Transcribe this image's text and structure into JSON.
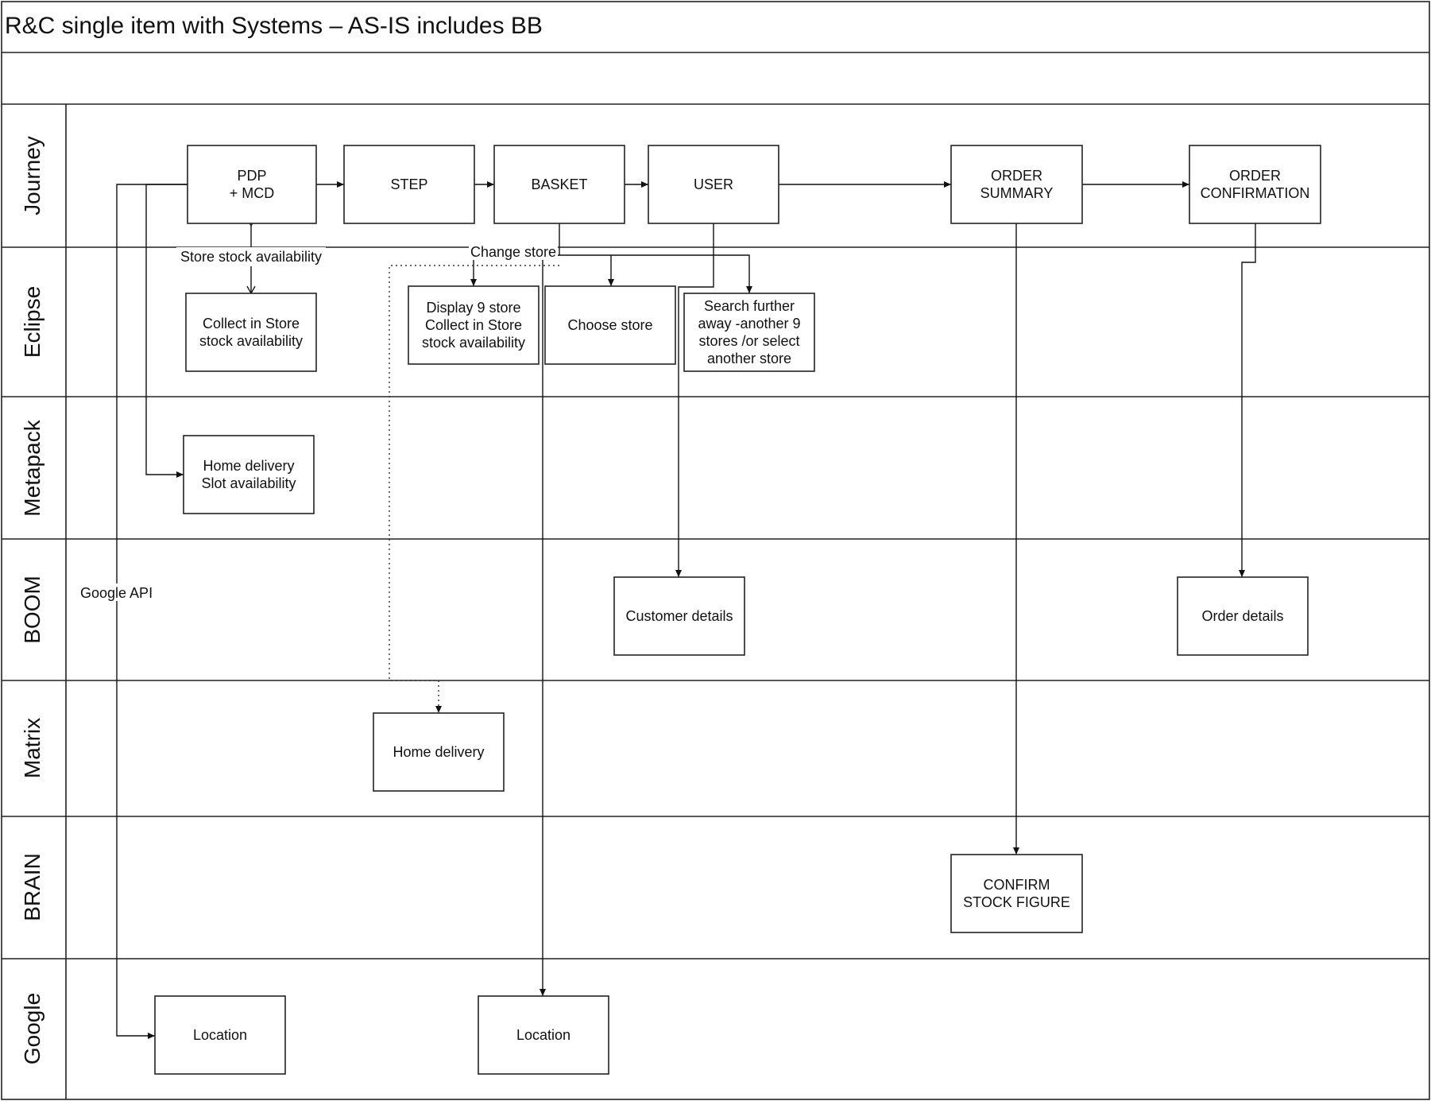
{
  "title": "R&C single item with Systems – AS-IS includes BB",
  "lanes": [
    {
      "id": "journey",
      "label": "Journey"
    },
    {
      "id": "eclipse",
      "label": "Eclipse"
    },
    {
      "id": "metapack",
      "label": "Metapack"
    },
    {
      "id": "boom",
      "label": "BOOM"
    },
    {
      "id": "matrix",
      "label": "Matrix"
    },
    {
      "id": "brain",
      "label": "BRAIN"
    },
    {
      "id": "google",
      "label": "Google"
    }
  ],
  "nodes": {
    "pdp": [
      "PDP",
      "+ MCD"
    ],
    "step": [
      "STEP"
    ],
    "basket": [
      "BASKET"
    ],
    "user": [
      "USER"
    ],
    "order_summary": [
      "ORDER",
      "SUMMARY"
    ],
    "order_confirmation": [
      "ORDER",
      "CONFIRMATION"
    ],
    "collect_in_store": [
      "Collect in Store",
      "stock availability"
    ],
    "display_9_store": [
      "Display 9 store",
      "Collect in Store",
      "stock availability"
    ],
    "choose_store": [
      "Choose store"
    ],
    "search_further": [
      "Search further",
      "away -another 9",
      "stores /or select",
      "another store"
    ],
    "home_delivery_slot": [
      "Home delivery",
      "Slot availability"
    ],
    "customer_details": [
      "Customer details"
    ],
    "order_details": [
      "Order details"
    ],
    "home_delivery_matrix": [
      "Home delivery"
    ],
    "confirm_stock": [
      "CONFIRM",
      "STOCK FIGURE"
    ],
    "location_1": [
      "Location"
    ],
    "location_2": [
      "Location"
    ]
  },
  "annotations": {
    "store_stock": "Store stock availability",
    "change_store": "Change store",
    "google_api": "Google API"
  }
}
